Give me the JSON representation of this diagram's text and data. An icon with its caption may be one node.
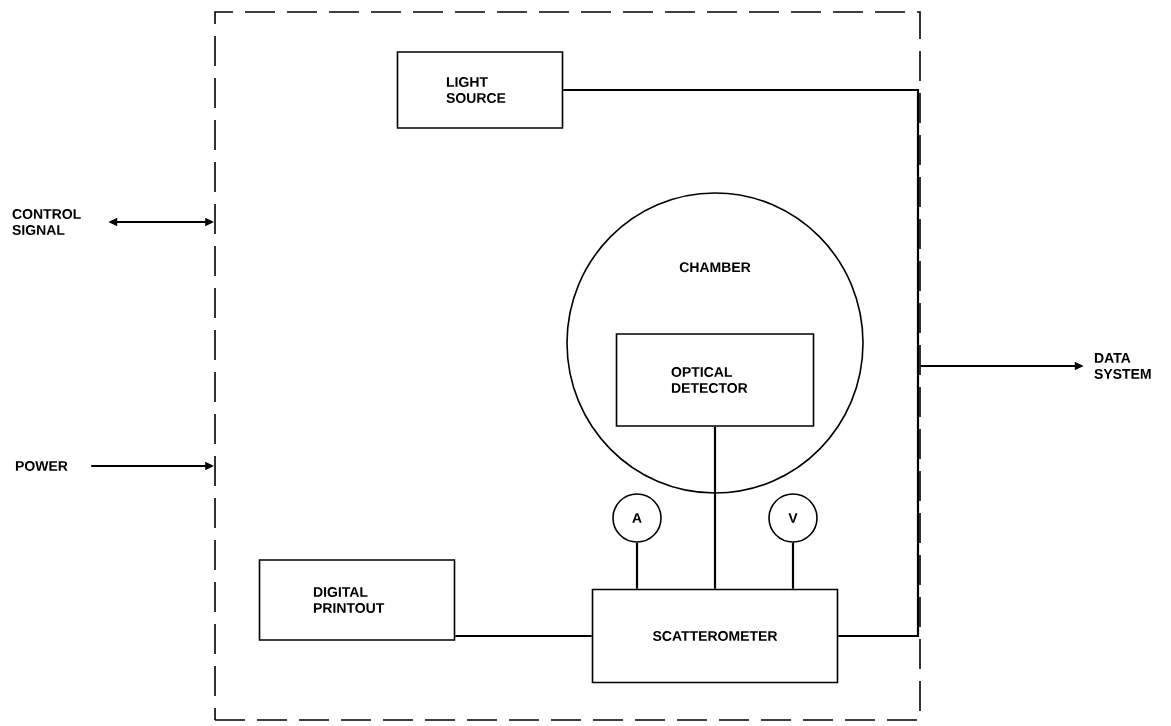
{
  "diagram": {
    "nodes": [
      {
        "text": [],
        "shape": "box"
      },
      {
        "text": [
          "CONTROL SIGNAL"
        ]
      },
      {
        "text": [
          "LIGHT SOURCE"
        ],
        "in": 0
      },
      {
        "text": [
          "CHAMBER"
        ],
        "in": 0
      },
      {
        "text": [
          "OPTICAL DETECTOR"
        ],
        "in": 3
      },
      {
        "text": [
          "A"
        ],
        "in": 0
      },
      {
        "text": [
          "V"
        ],
        "in": 0
      },
      {
        "text": [
          "POWER"
        ]
      },
      {
        "text": [
          "DATA SYSTEM"
        ]
      },
      {
        "text": [
          "DIGITAL PRINTOUT"
        ],
        "in": 0
      },
      {
        "text": [
          "SCATTEROMETER"
        ],
        "in": 0
      }
    ],
    "edges": [
      {
        "from": 1,
        "to": 0,
        "arrow": "both"
      },
      {
        "from": 7,
        "to": 0,
        "arrow": "to"
      },
      {
        "from": 0,
        "to": 8,
        "arrow": "to"
      },
      {
        "from": 2,
        "to": 10,
        "arrow": "none"
      },
      {
        "from": 4,
        "to": 10,
        "arrow": "none"
      },
      {
        "from": 5,
        "to": 10,
        "arrow": "none"
      },
      {
        "from": 6,
        "to": 10,
        "arrow": "none"
      },
      {
        "from": 9,
        "to": 10,
        "arrow": "none"
      }
    ]
  }
}
